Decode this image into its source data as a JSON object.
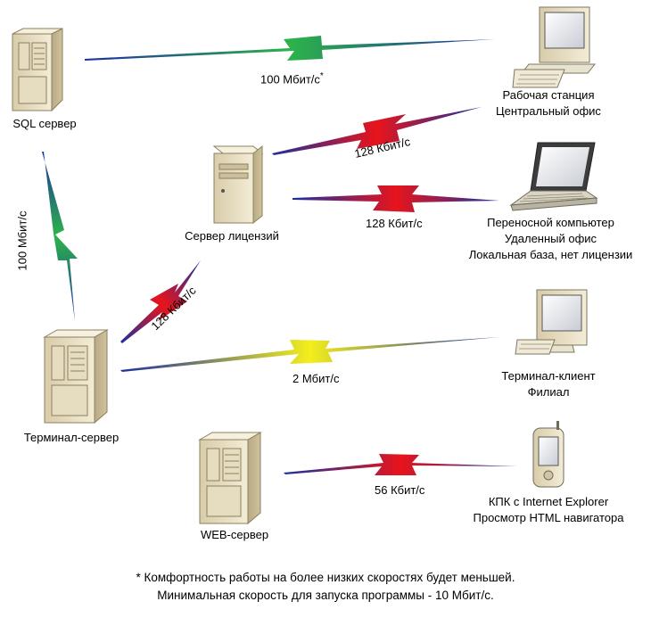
{
  "nodes": {
    "sql_server": {
      "lines": [
        "SQL сервер"
      ],
      "icon": "server-tower-icon"
    },
    "workstation": {
      "lines": [
        "Рабочая станция",
        "Центральный офис"
      ],
      "icon": "desktop-computer-icon"
    },
    "license_server": {
      "lines": [
        "Сервер лицензий"
      ],
      "icon": "server-icon"
    },
    "laptop": {
      "lines": [
        "Переносной компьютер",
        "Удаленный офис",
        "Локальная база, нет лицензии"
      ],
      "icon": "laptop-icon"
    },
    "terminal_server": {
      "lines": [
        "Терминал-сервер"
      ],
      "icon": "server-tower-icon"
    },
    "terminal_client": {
      "lines": [
        "Терминал-клиент",
        "Филиал"
      ],
      "icon": "desktop-computer-icon"
    },
    "web_server": {
      "lines": [
        "WEB-сервер"
      ],
      "icon": "server-tower-icon"
    },
    "pda": {
      "lines": [
        "КПК с Internet Explorer",
        "Просмотр HTML навигатора"
      ],
      "icon": "pda-icon"
    }
  },
  "links": [
    {
      "id": "sql-workstation",
      "speed": "100 Мбит/с",
      "mark": "*",
      "color": "#2db34a"
    },
    {
      "id": "sql-terminal",
      "speed": "100 Мбит/с",
      "color": "#2db34a"
    },
    {
      "id": "license-workstation",
      "speed": "128 Кбит/с",
      "color": "#e8141b"
    },
    {
      "id": "license-laptop",
      "speed": "128 Кбит/с",
      "color": "#e8141b"
    },
    {
      "id": "license-terminal",
      "speed": "128 Кбит/с",
      "color": "#e8141b"
    },
    {
      "id": "terminal-client",
      "speed": "2 Мбит/с",
      "color": "#f4ee1c"
    },
    {
      "id": "web-pda",
      "speed": "56 Кбит/с",
      "color": "#e8141b"
    }
  ],
  "footnote": {
    "lines": [
      "* Комфортность работы на более низких скоростях будет меньшей.",
      "Минимальная скорость для запуска программы  - 10 Мбит/с."
    ]
  }
}
